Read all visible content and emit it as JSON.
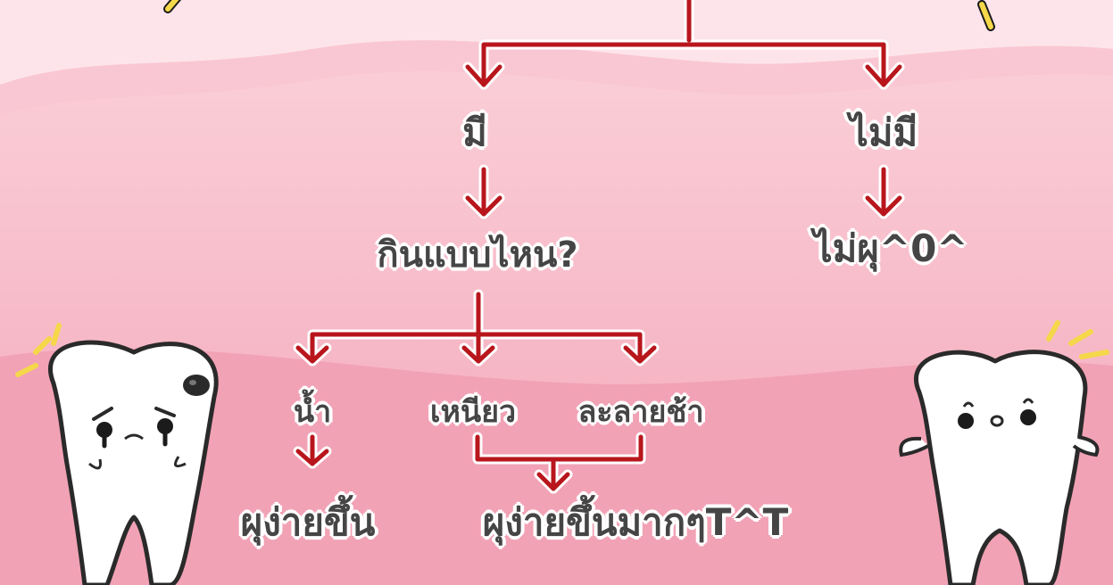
{
  "colors": {
    "arrow": "#b8161c",
    "text": "#454545",
    "background_pink": "#f6b6c4",
    "tooth": "#ffffff"
  },
  "nodes": {
    "yes": "มี",
    "no": "ไม่มี",
    "how_eat": "กินแบบไหน?",
    "not_decay": "ไม่ผุ^0^",
    "water": "น้ำ",
    "sticky": "เหนียว",
    "slow_dissolve": "ละลายช้า",
    "decay_easier": "ผุง่ายขึ้น",
    "decay_much_easier": "ผุง่ายขึ้นมากๆT^T"
  },
  "icons": [
    "sad-decayed-tooth-icon",
    "happy-tooth-icon",
    "sparkle-icon"
  ]
}
